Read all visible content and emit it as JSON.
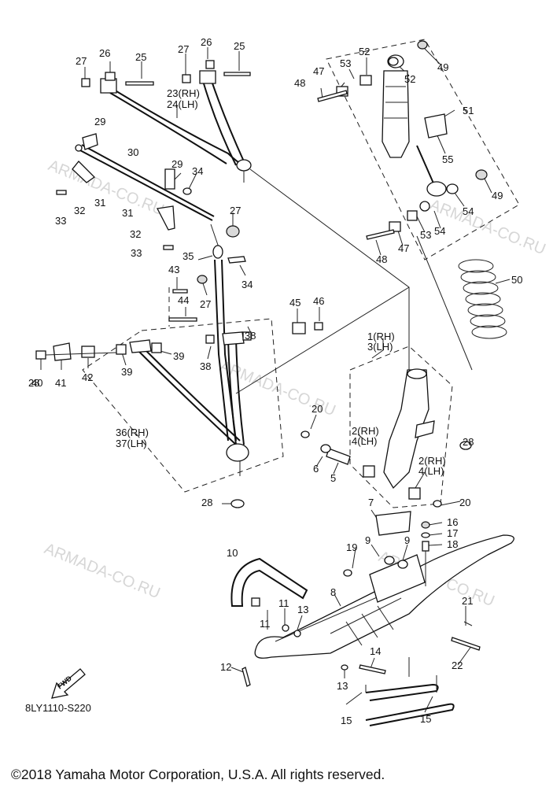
{
  "diagram": {
    "diagram_code": "8LY1110-S220",
    "copyright": "©2018 Yamaha Motor Corporation, U.S.A. All rights reserved.",
    "watermark": "ARMADA-CO.RU",
    "fwd_label": "FWD",
    "callouts": [
      "1(RH)",
      "3(LH)",
      "2(RH)",
      "4(LH)",
      "2(RH)",
      "4(LH)",
      "5",
      "6",
      "7",
      "8",
      "9",
      "9",
      "10",
      "11",
      "11",
      "12",
      "13",
      "13",
      "14",
      "15",
      "15",
      "16",
      "17",
      "18",
      "19",
      "20",
      "20",
      "21",
      "22",
      "23(RH)",
      "24(LH)",
      "25",
      "25",
      "26",
      "26",
      "27",
      "27",
      "27",
      "27",
      "28",
      "28",
      "28",
      "29",
      "29",
      "30",
      "31",
      "31",
      "32",
      "32",
      "33",
      "33",
      "34",
      "34",
      "35",
      "36(RH)",
      "37(LH)",
      "38",
      "38",
      "39",
      "39",
      "40",
      "41",
      "42",
      "43",
      "44",
      "45",
      "46",
      "47",
      "47",
      "48",
      "48",
      "49",
      "49",
      "50",
      "51",
      "52",
      "52",
      "53",
      "53",
      "54",
      "54",
      "55"
    ]
  }
}
